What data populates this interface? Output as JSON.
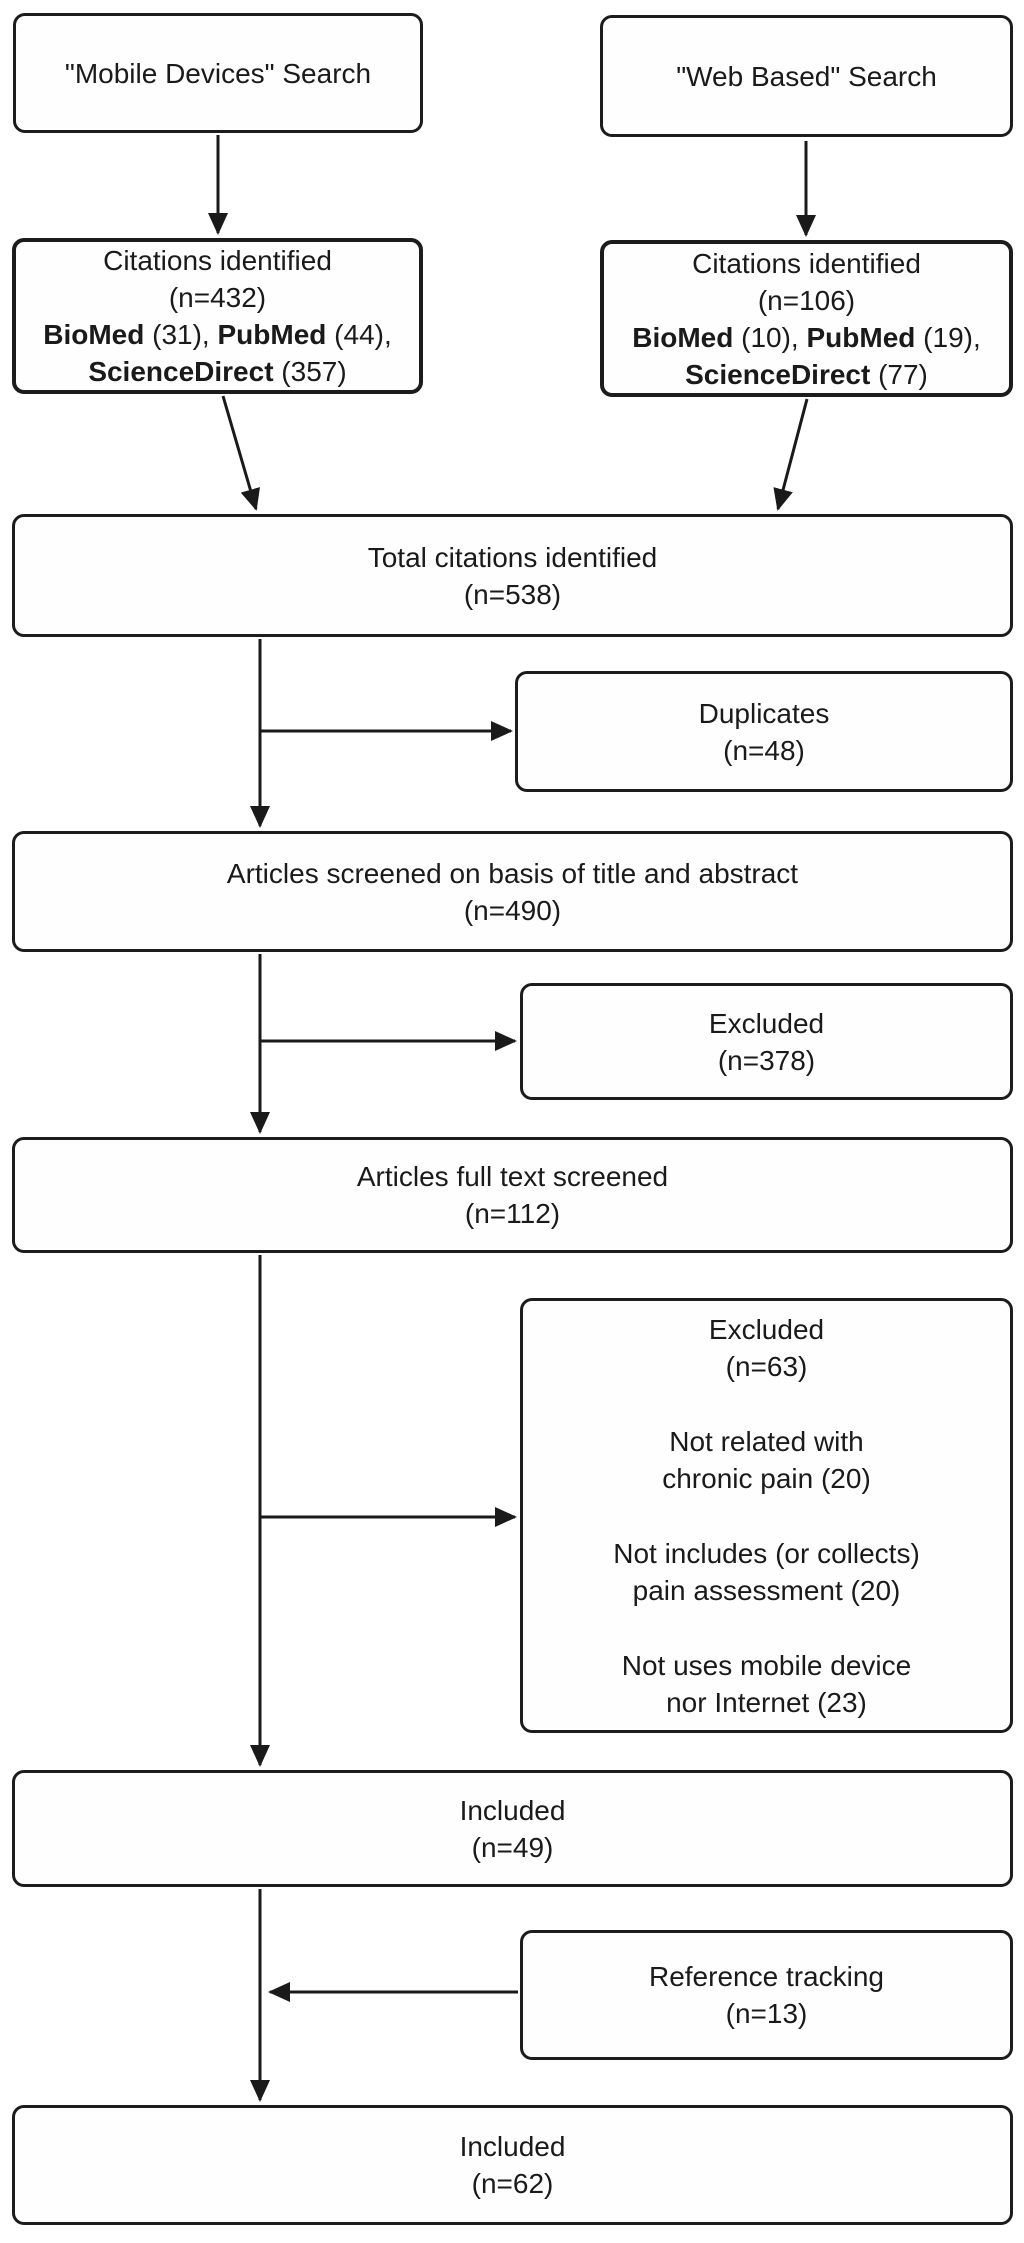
{
  "diagram": {
    "type": "flowchart",
    "line_color": "#1a1a1a",
    "box_fill": "#fefefe",
    "background": "#ffffff"
  },
  "mobile_search": {
    "label": "\"Mobile Devices\" Search"
  },
  "web_search": {
    "label": "\"Web Based\" Search"
  },
  "citations_mobile": {
    "title": "Citations identified",
    "count": "(n=432)",
    "sources_line1": [
      {
        "t": "BioMed",
        "b": true
      },
      {
        "t": " (31), ",
        "b": false
      },
      {
        "t": "PubMed",
        "b": true
      },
      {
        "t": " (44),",
        "b": false
      }
    ],
    "sources_line2": [
      {
        "t": "ScienceDirect",
        "b": true
      },
      {
        "t": " (357)",
        "b": false
      }
    ]
  },
  "citations_web": {
    "title": "Citations identified",
    "count": "(n=106)",
    "sources_line1": [
      {
        "t": "BioMed",
        "b": true
      },
      {
        "t": " (10), ",
        "b": false
      },
      {
        "t": "PubMed",
        "b": true
      },
      {
        "t": " (19),",
        "b": false
      }
    ],
    "sources_line2": [
      {
        "t": "ScienceDirect",
        "b": true
      },
      {
        "t": " (77)",
        "b": false
      }
    ]
  },
  "total_citations": {
    "title": "Total citations identified",
    "count": "(n=538)"
  },
  "duplicates": {
    "title": "Duplicates",
    "count": "(n=48)"
  },
  "screened_title_abstract": {
    "title": "Articles screened on basis of title and abstract",
    "count": "(n=490)"
  },
  "excluded_title_abstract": {
    "title": "Excluded",
    "count": "(n=378)"
  },
  "full_text_screened": {
    "title": "Articles full text screened",
    "count": "(n=112)"
  },
  "excluded_full_text": {
    "title": "Excluded",
    "count": "(n=63)",
    "reasons": [
      {
        "l1": "Not related with",
        "l2": "chronic pain (20)"
      },
      {
        "l1": "Not includes (or collects)",
        "l2": "pain assessment (20)"
      },
      {
        "l1": "Not uses mobile device",
        "l2": "nor Internet (23)"
      }
    ]
  },
  "included_first": {
    "title": "Included",
    "count": "(n=49)"
  },
  "reference_tracking": {
    "title": "Reference tracking",
    "count": "(n=13)"
  },
  "included_final": {
    "title": "Included",
    "count": "(n=62)"
  }
}
